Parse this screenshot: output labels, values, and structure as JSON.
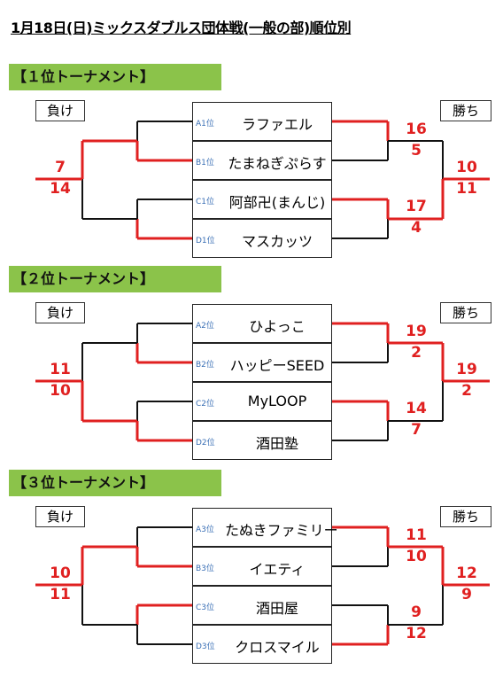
{
  "title": "1月18日(日)ミックスダブルス団体戦(一般の部)順位別",
  "labels": {
    "lose": "負け",
    "win": "勝ち"
  },
  "colors": {
    "banner": "#8bc34a",
    "win_line": "#e02020",
    "score": "#e02020"
  },
  "sections": [
    {
      "heading": "【１位トーナメント】",
      "teams": [
        {
          "seed": "A1位",
          "name": "ラファエル"
        },
        {
          "seed": "B1位",
          "name": "たまねぎぷらす"
        },
        {
          "seed": "C1位",
          "name": "阿部卍(まんじ)"
        },
        {
          "seed": "D1位",
          "name": "マスカッツ"
        }
      ],
      "semi1": {
        "top": "16",
        "bottom": "5"
      },
      "semi2": {
        "top": "17",
        "bottom": "4"
      },
      "win_final": {
        "top": "10",
        "bottom": "11"
      },
      "lose_final": {
        "top": "7",
        "bottom": "14"
      }
    },
    {
      "heading": "【２位トーナメント】",
      "teams": [
        {
          "seed": "A2位",
          "name": "ひよっこ"
        },
        {
          "seed": "B2位",
          "name": "ハッピーSEED"
        },
        {
          "seed": "C2位",
          "name": "MyLOOP"
        },
        {
          "seed": "D2位",
          "name": "酒田塾"
        }
      ],
      "semi1": {
        "top": "19",
        "bottom": "2"
      },
      "semi2": {
        "top": "14",
        "bottom": "7"
      },
      "win_final": {
        "top": "19",
        "bottom": "2"
      },
      "lose_final": {
        "top": "11",
        "bottom": "10"
      }
    },
    {
      "heading": "【３位トーナメント】",
      "teams": [
        {
          "seed": "A3位",
          "name": "たぬきファミリー"
        },
        {
          "seed": "B3位",
          "name": "イエティ"
        },
        {
          "seed": "C3位",
          "name": "酒田屋"
        },
        {
          "seed": "D3位",
          "name": "クロスマイル"
        }
      ],
      "semi1": {
        "top": "11",
        "bottom": "10"
      },
      "semi2": {
        "top": "9",
        "bottom": "12"
      },
      "win_final": {
        "top": "12",
        "bottom": "9"
      },
      "lose_final": {
        "top": "10",
        "bottom": "11"
      }
    }
  ]
}
